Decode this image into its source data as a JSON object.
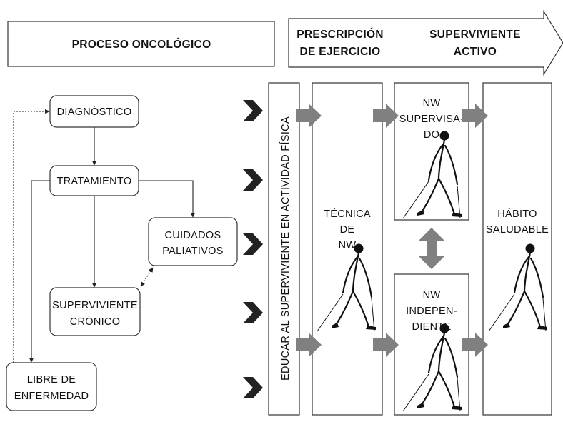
{
  "header": {
    "left_title": "PROCESO ONCOLÓGICO",
    "prescripcion": [
      "PRESCRIPCIÓN",
      "DE EJERCICIO"
    ],
    "superviviente_activo": [
      "SUPERVIVIENTE",
      "ACTIVO"
    ]
  },
  "flowchart": {
    "diagnostico": "DIAGNÓSTICO",
    "tratamiento": "TRATAMIENTO",
    "cuidados": [
      "CUIDADOS",
      "PALIATIVOS"
    ],
    "cronico": [
      "SUPERVIVIENTE",
      "CRÓNICO"
    ],
    "libre": [
      "LIBRE DE",
      "ENFERMEDAD"
    ]
  },
  "columns": {
    "educar": "EDUCAR AL SUPERVIVIENTE EN ACTIVIDAD FÍSICA",
    "tecnica": [
      "TÉCNICA",
      "DE",
      "NW"
    ],
    "nw_supervisado": [
      "NW",
      "SUPERVISA-",
      "DO"
    ],
    "nw_independiente": [
      "NW",
      "INDEPEN-",
      "DIENTE"
    ],
    "habito": [
      "HÁBITO",
      "SALUDABLE"
    ]
  },
  "icons": {
    "walker": "nordic-walker-icon",
    "chevron": "chevron-right-icon",
    "arrow": "grey-arrow-icon",
    "double_arrow": "double-arrow-icon"
  },
  "colors": {
    "arrow_grey": "#808080",
    "chevron_black": "#222222"
  }
}
